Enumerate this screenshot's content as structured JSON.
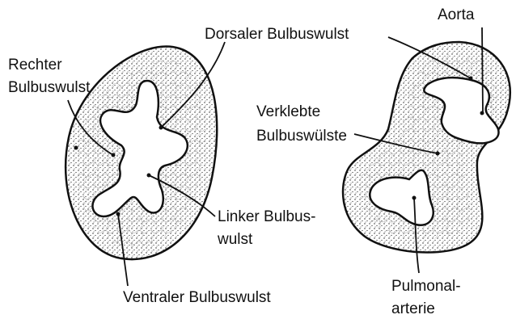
{
  "labels": {
    "dorsal": "Dorsaler Bulbuswulst",
    "aorta": "Aorta",
    "rechter_line1": "Rechter",
    "rechter_line2": "Bulbuswulst",
    "verklebte_line1": "Verklebte",
    "verklebte_line2": "Bulbuswülste",
    "linker_line1": "Linker Bulbus-",
    "linker_line2": "wulst",
    "ventral": "Ventraler Bulbuswulst",
    "pulmonal_line1": "Pulmonal-",
    "pulmonal_line2": "arterie"
  },
  "colors": {
    "ink": "#111111",
    "background": "#ffffff"
  }
}
